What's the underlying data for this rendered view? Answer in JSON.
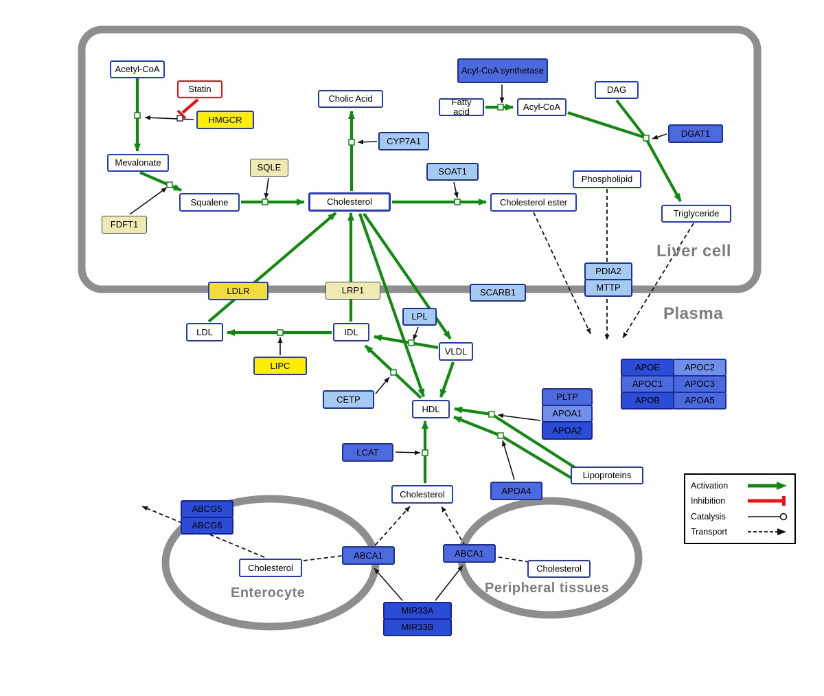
{
  "regions": {
    "liver": "Liver cell",
    "plasma": "Plasma",
    "enterocyte": "Enterocyte",
    "peripheral": "Peripheral tissues"
  },
  "nodes": {
    "acetyl_coa": "Acetyl-CoA",
    "statin": "Statin",
    "hmgcr": "HMGCR",
    "mevalonate": "Mevalonate",
    "sqle": "SQLE",
    "fdft1": "FDFT1",
    "squalene": "Squalene",
    "cholesterol_liver": "Cholesterol",
    "cholic_acid": "Cholic Acid",
    "cyp7a1": "CYP7A1",
    "soat1": "SOAT1",
    "cholesterol_ester": "Cholesterol ester",
    "acyl_coa_synthetase": "Acyl-CoA synthetase",
    "fatty_acid": "Fatty acid",
    "acyl_coa": "Acyl-CoA",
    "dag": "DAG",
    "dgat1": "DGAT1",
    "phospholipid": "Phospholipid",
    "triglyceride": "Triglyceride",
    "ldlr": "LDLR",
    "lrp1": "LRP1",
    "scarb1": "SCARB1",
    "pdia2": "PDIA2",
    "mttp": "MTTP",
    "ldl": "LDL",
    "idl": "IDL",
    "lipc": "LIPC",
    "lpl": "LPL",
    "vldl": "VLDL",
    "cetp": "CETP",
    "hdl": "HDL",
    "lcat": "LCAT",
    "pltp": "PLTP",
    "apoa1": "APOA1",
    "apoa2": "APOA2",
    "apoe": "APOE",
    "apoc2": "APOC2",
    "apoc1": "APOC1",
    "apoc3": "APOC3",
    "apob": "APOB",
    "apoa5": "APOA5",
    "apoa4": "APOA4",
    "lipoproteins": "Lipoproteins",
    "cholesterol_plasma": "Cholesterol",
    "abcg5": "ABCG5",
    "abcg8": "ABCG8",
    "cholesterol_enterocyte": "Cholesterol",
    "abca1_enterocyte": "ABCA1",
    "abca1_peripheral": "ABCA1",
    "cholesterol_peripheral": "Cholesterol",
    "mir33a": "MIR33A",
    "mir33b": "MIR33B"
  },
  "legend": {
    "activation": "Activation",
    "inhibition": "Inhibition",
    "catalysis": "Catalysis",
    "transport": "Transport"
  },
  "colors": {
    "activation_green": "#0f8a0f",
    "inhibition_red": "#ee1111",
    "membrane_gray": "#8e8e8e",
    "node_border_blue": "#2238c8",
    "node_yellow": "#ffee00",
    "node_pale_yellow": "#efe9b4",
    "node_light_blue": "#a6cbf0",
    "node_medium_blue": "#4b6ade",
    "node_dark_blue": "#2b4cd4"
  }
}
